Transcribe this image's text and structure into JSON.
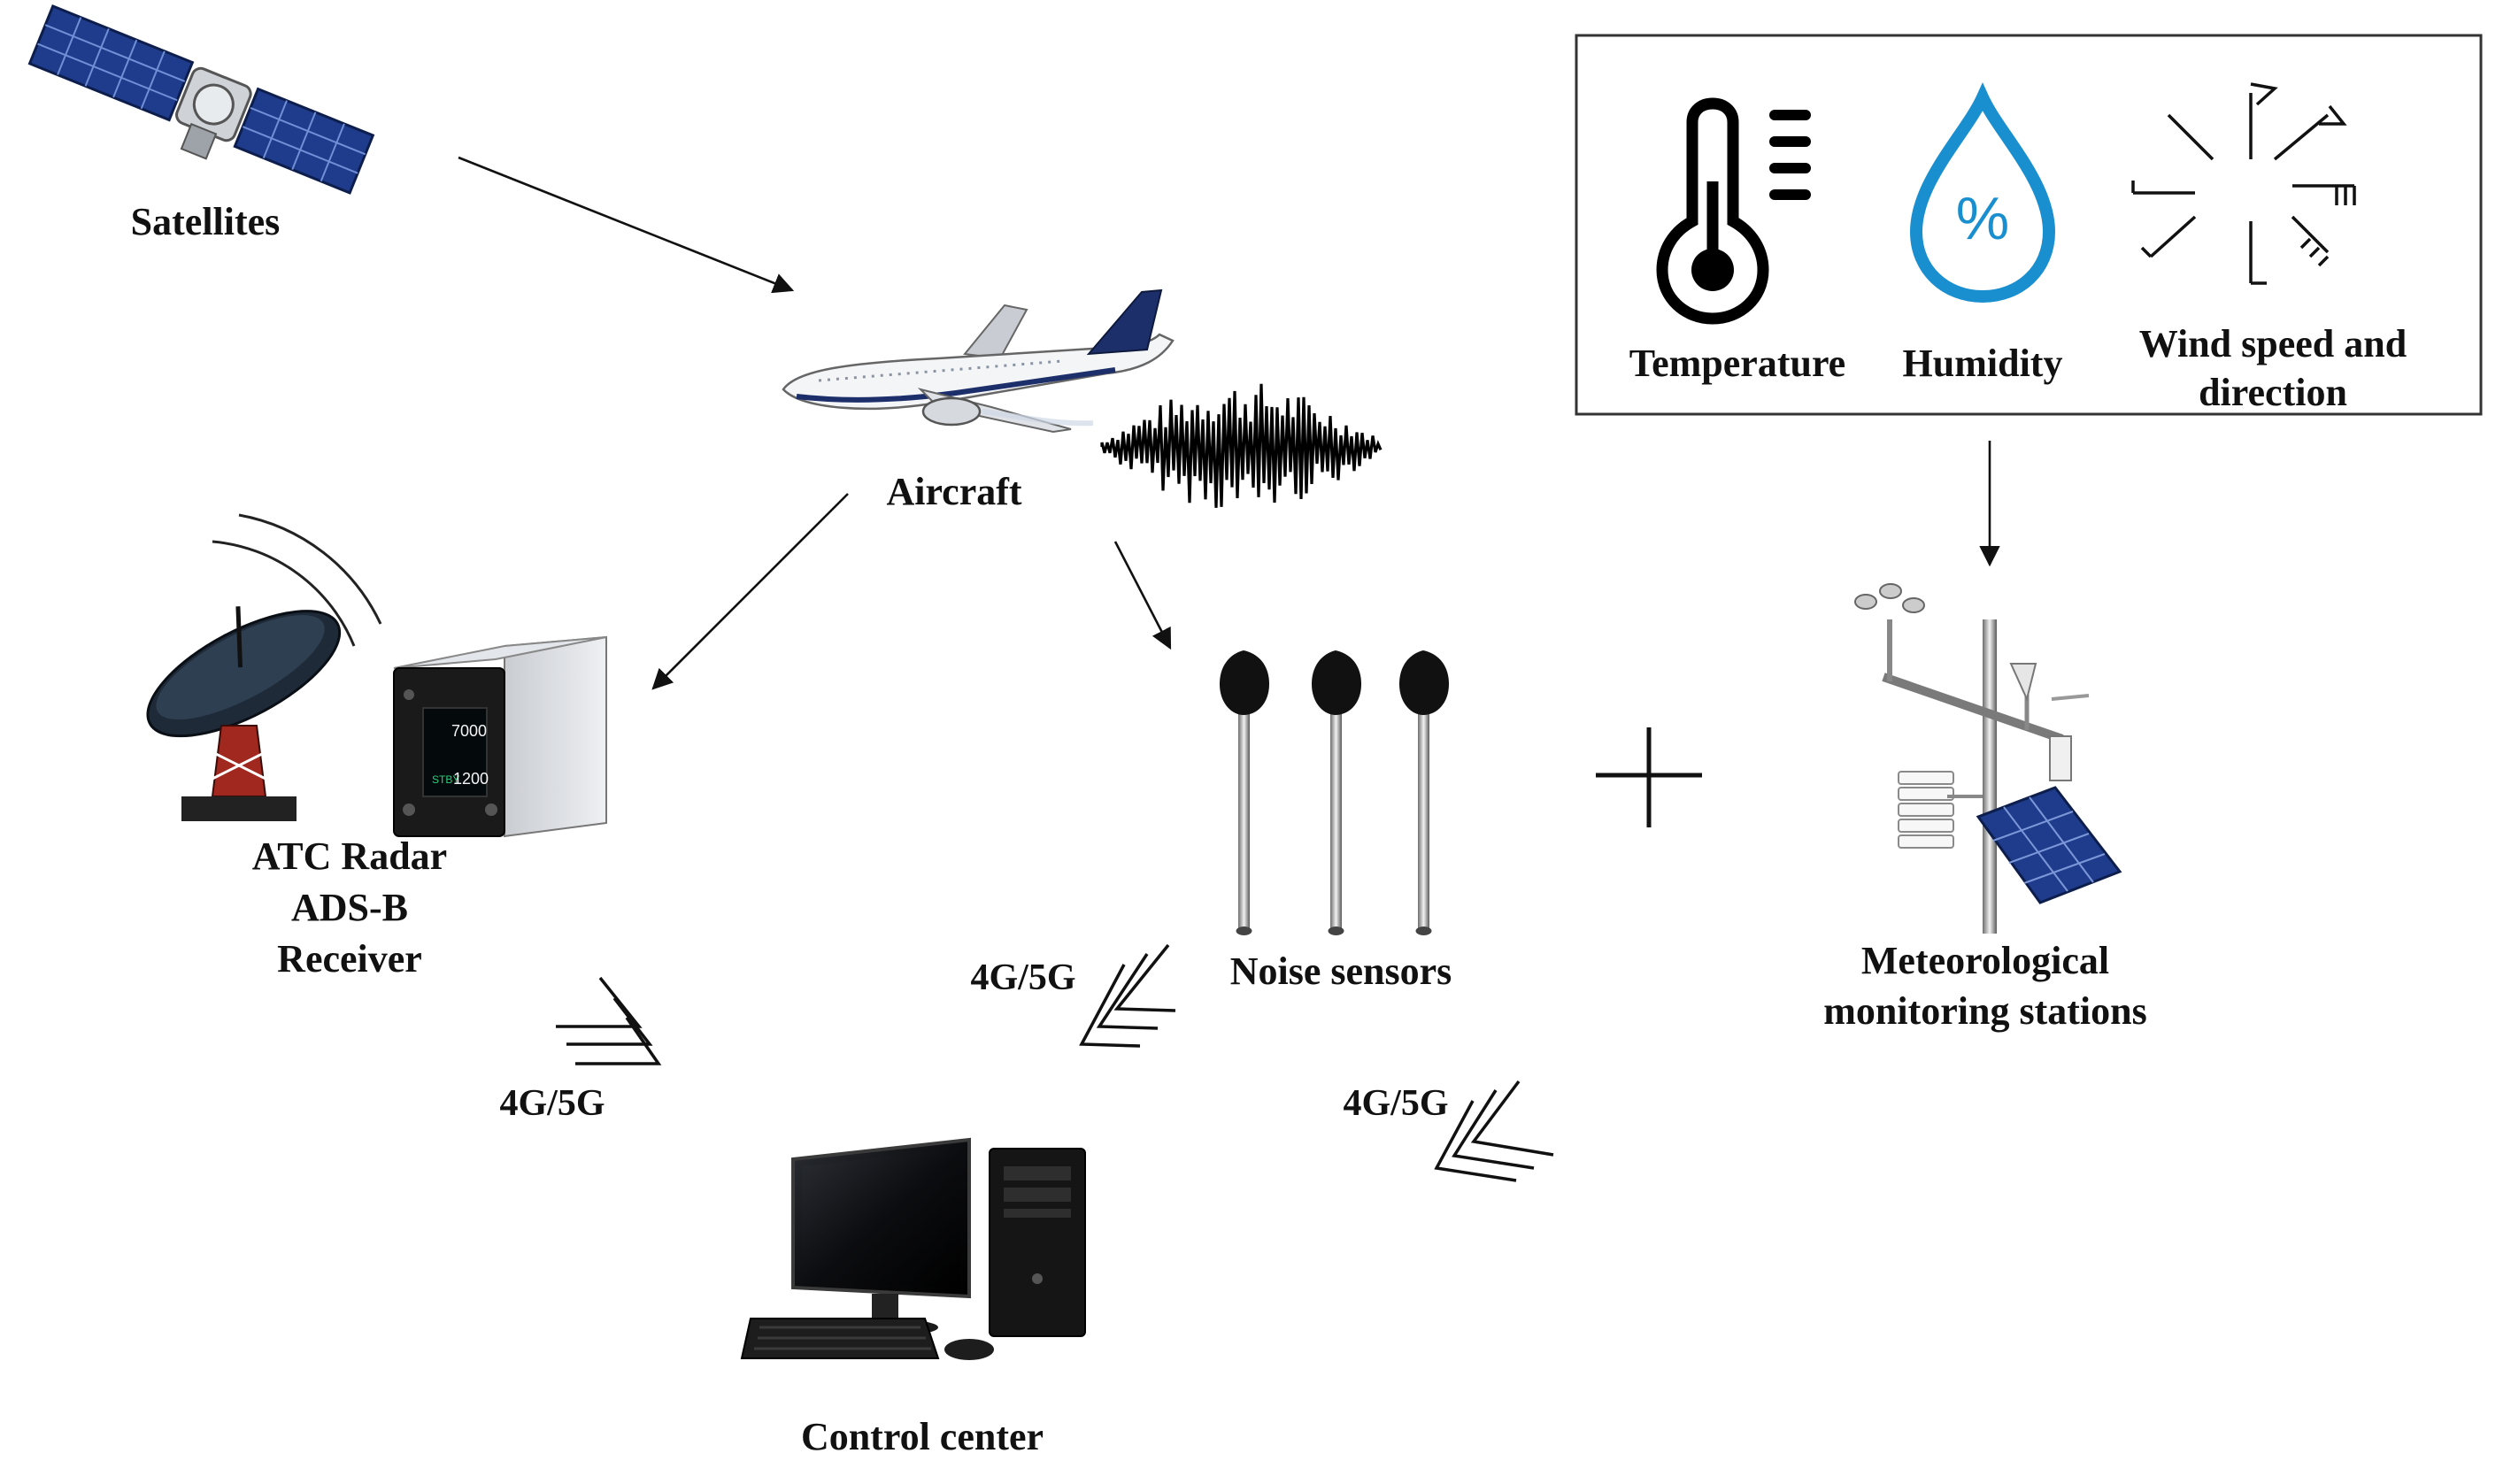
{
  "nodes": {
    "satellites": "Satellites",
    "aircraft": "Aircraft",
    "atc_line1": "ATC Radar",
    "atc_line2": "ADS-B",
    "atc_line3": "Receiver",
    "noise_sensors": "Noise sensors",
    "met_line1": "Meteorological",
    "met_line2": "monitoring stations",
    "control_center": "Control center"
  },
  "weather_box": {
    "temperature": "Temperature",
    "humidity": "Humidity",
    "wind_line1": "Wind speed and",
    "wind_line2": "direction",
    "humidity_symbol": "%"
  },
  "links": {
    "atc_to_center": "4G/5G",
    "noise_to_center": "4G/5G",
    "met_to_center": "4G/5G"
  },
  "transponder": {
    "code_top": "7000",
    "code_bottom": "1200",
    "mode": "STBY"
  },
  "colors": {
    "humidity_blue": "#1a8fd0",
    "solar_blue": "#1f3c8c",
    "dark": "#111111"
  },
  "icons": [
    "satellite-icon",
    "aircraft-icon",
    "noise-waveform-icon",
    "radar-dish-icon",
    "transponder-icon",
    "microphone-icon",
    "weather-station-icon",
    "computer-icon",
    "thermometer-icon",
    "humidity-drop-icon",
    "wind-direction-icon"
  ]
}
